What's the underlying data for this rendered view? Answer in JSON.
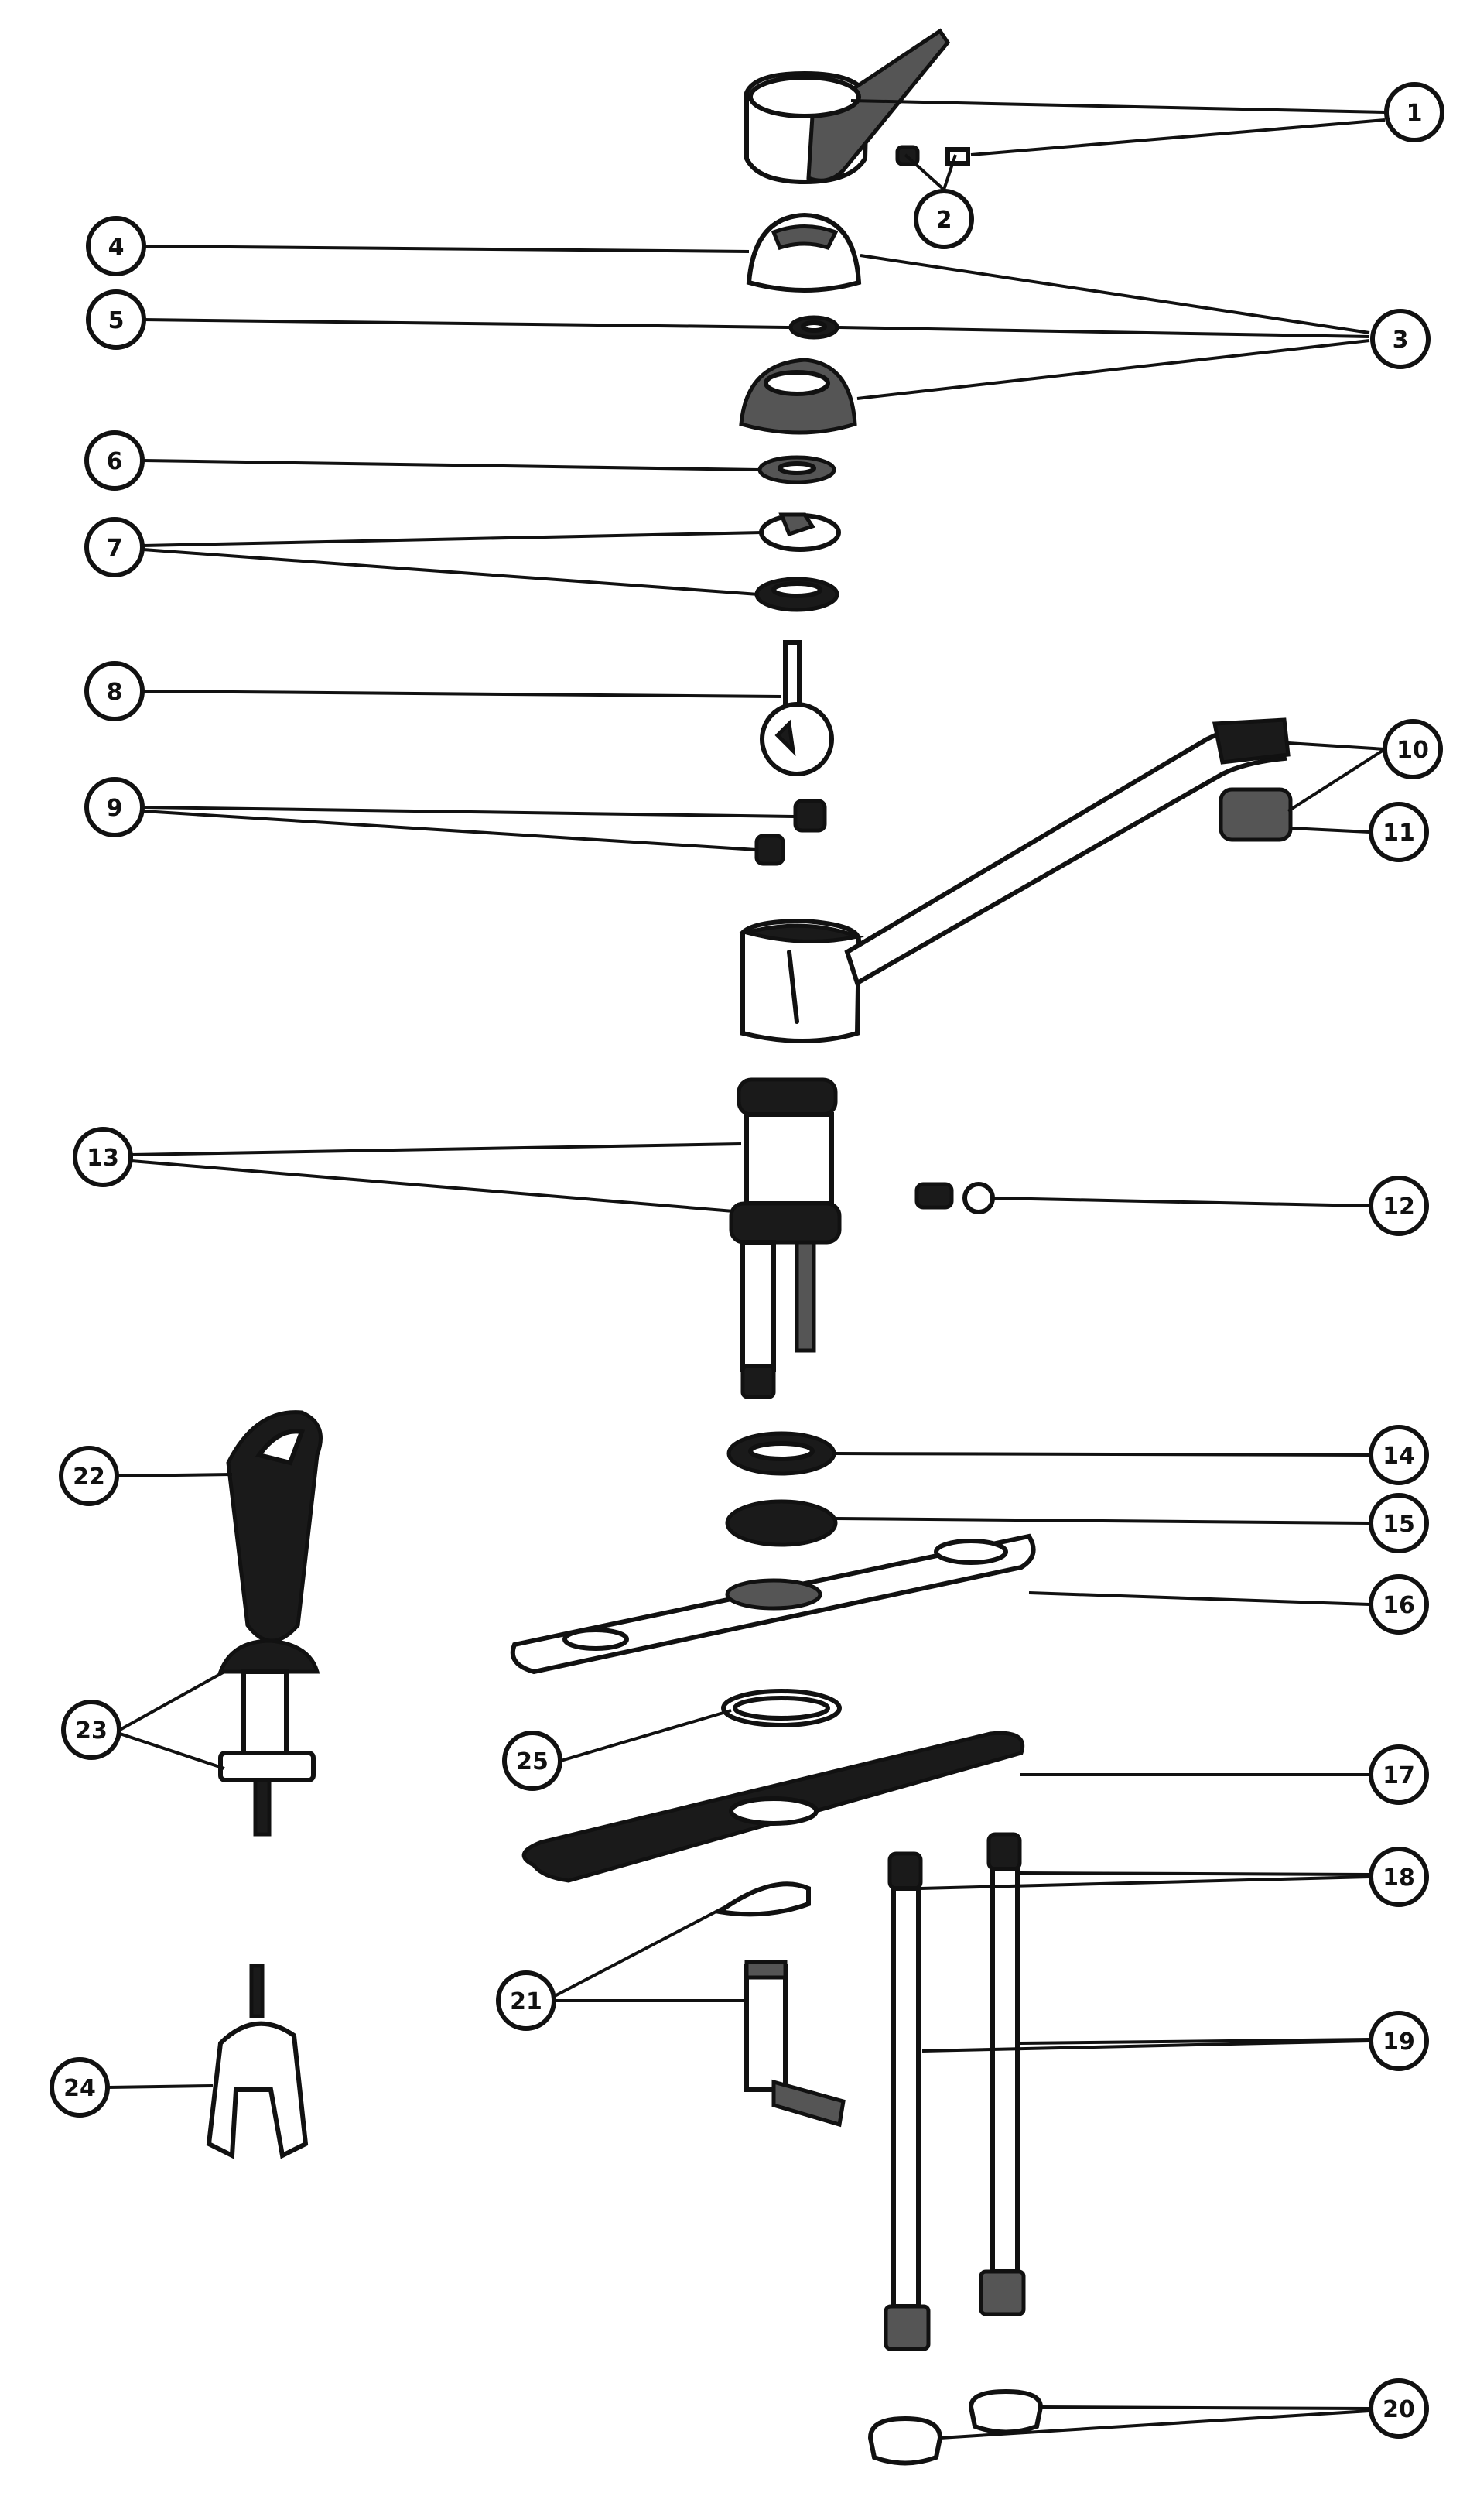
{
  "title": "",
  "callouts": [
    {
      "id": "c1",
      "label": "1"
    },
    {
      "id": "c2",
      "label": "2"
    },
    {
      "id": "c3",
      "label": "3"
    },
    {
      "id": "c4",
      "label": "4"
    },
    {
      "id": "c5",
      "label": "5"
    },
    {
      "id": "c6",
      "label": "6"
    },
    {
      "id": "c7",
      "label": "7"
    },
    {
      "id": "c8",
      "label": "8"
    },
    {
      "id": "c9",
      "label": "9"
    },
    {
      "id": "c10",
      "label": "10"
    },
    {
      "id": "c11",
      "label": "11"
    },
    {
      "id": "c12",
      "label": "12"
    },
    {
      "id": "c13",
      "label": "13"
    },
    {
      "id": "c14",
      "label": "14"
    },
    {
      "id": "c15",
      "label": "15"
    },
    {
      "id": "c16",
      "label": "16"
    },
    {
      "id": "c17",
      "label": "17"
    },
    {
      "id": "c18",
      "label": "18"
    },
    {
      "id": "c19",
      "label": "19"
    },
    {
      "id": "c20",
      "label": "20"
    },
    {
      "id": "c21",
      "label": "21"
    },
    {
      "id": "c22",
      "label": "22"
    },
    {
      "id": "c23",
      "label": "23"
    },
    {
      "id": "c24",
      "label": "24"
    },
    {
      "id": "c25",
      "label": "25"
    }
  ],
  "colors": {
    "ink": "#111111",
    "paper": "#ffffff"
  }
}
